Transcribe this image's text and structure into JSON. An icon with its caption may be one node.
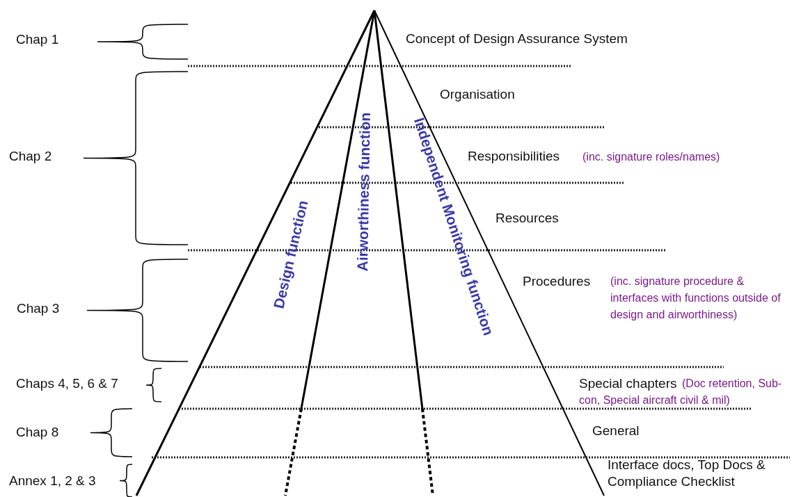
{
  "diagram": {
    "labels": [
      "Chap 1",
      "Concept of Design Assurance System",
      "Organisation",
      "Chap 2",
      "Responsibilities",
      "(inc. signature roles/names)",
      "Design function",
      "Airworthiness function",
      "Independent Monitoring function",
      "Resources",
      "Procedures",
      "(inc. signature procedure & interfaces with functions outside of design and airworthiness)",
      "Chap 3",
      "Chaps 4, 5, 6 & 7",
      "Special chapters",
      "(Doc retention, Sub-con, Special aircraft civil & mil)",
      "Chap 8",
      "General",
      "Annex 1, 2 & 3",
      "Interface docs, Top Docs & Compliance Checklist"
    ]
  }
}
